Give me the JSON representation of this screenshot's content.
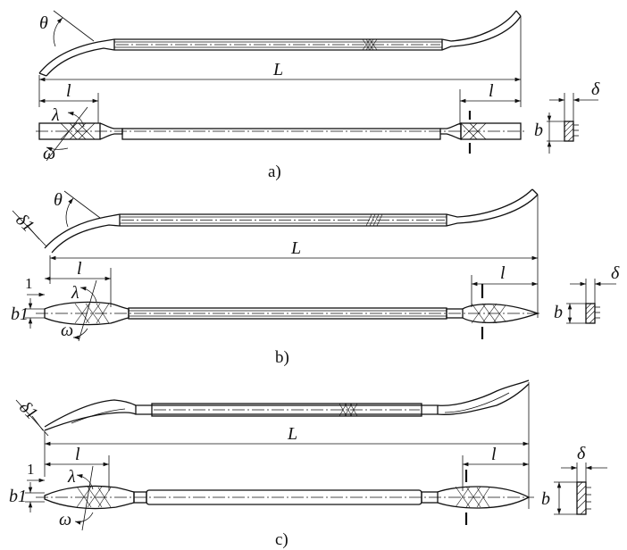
{
  "figure": {
    "panels": [
      {
        "caption": "a)",
        "labels": {
          "theta": "θ",
          "L": "L",
          "l_left": "l",
          "l_right": "l",
          "lambda": "λ",
          "omega": "ω",
          "b": "b",
          "delta": "δ"
        }
      },
      {
        "caption": "b)",
        "labels": {
          "delta1": "δ1",
          "theta": "θ",
          "L": "L",
          "one": "1",
          "l_left": "l",
          "l_right": "l",
          "lambda": "λ",
          "b1": "b1",
          "omega": "ω",
          "b": "b",
          "delta": "δ"
        }
      },
      {
        "caption": "c)",
        "labels": {
          "delta1": "δ1",
          "L": "L",
          "one": "1",
          "l_left": "l",
          "l_right": "l",
          "lambda": "λ",
          "b1": "b1",
          "omega": "ω",
          "b": "b",
          "delta": "δ"
        }
      }
    ]
  }
}
